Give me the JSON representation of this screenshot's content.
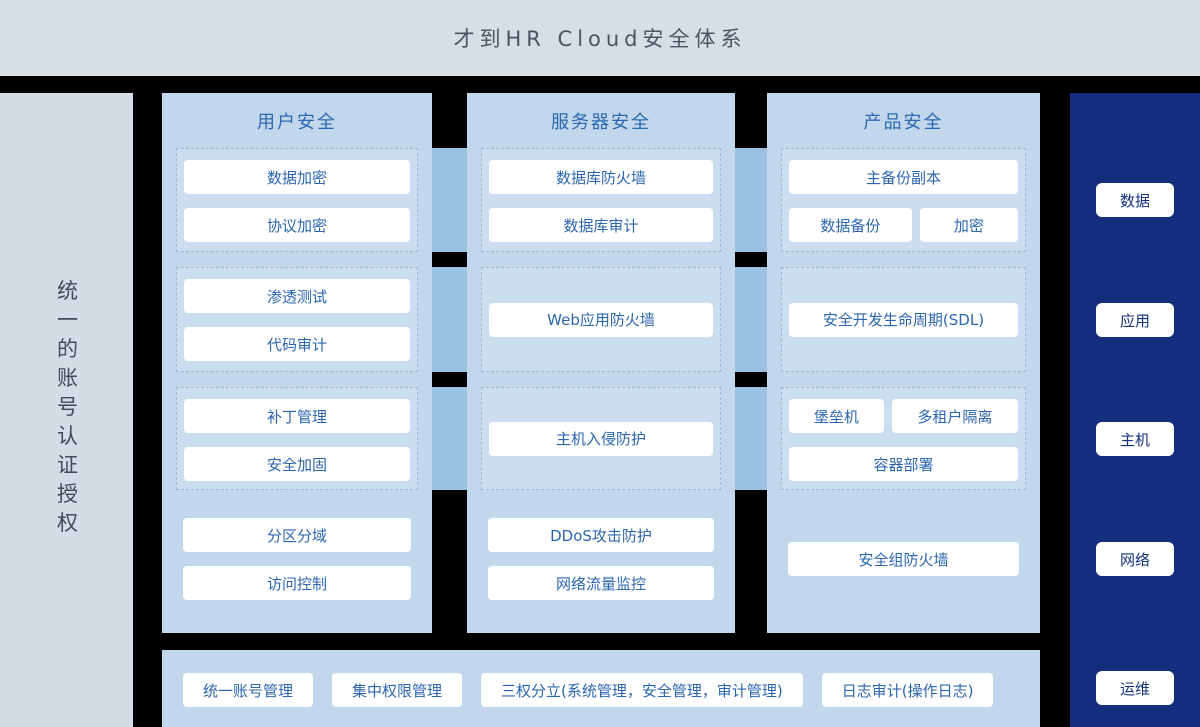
{
  "title": "才到HR Cloud安全体系",
  "left_sidebar": {
    "label": "统一的账号认证授权"
  },
  "columns": [
    {
      "header": "用户安全",
      "groups": [
        {
          "rows": [
            [
              "数据加密"
            ],
            [
              "协议加密"
            ]
          ]
        },
        {
          "rows": [
            [
              "渗透测试"
            ],
            [
              "代码审计"
            ]
          ]
        },
        {
          "rows": [
            [
              "补丁管理"
            ],
            [
              "安全加固"
            ]
          ]
        },
        {
          "rows": [
            [
              "分区分域"
            ],
            [
              "访问控制"
            ]
          ]
        }
      ]
    },
    {
      "header": "服务器安全",
      "groups": [
        {
          "rows": [
            [
              "数据库防火墙"
            ],
            [
              "数据库审计"
            ]
          ]
        },
        {
          "rows": [
            [
              "Web应用防火墙"
            ]
          ]
        },
        {
          "rows": [
            [
              "主机入侵防护"
            ]
          ]
        },
        {
          "rows": [
            [
              "DDoS攻击防护"
            ],
            [
              "网络流量监控"
            ]
          ]
        }
      ]
    },
    {
      "header": "产品安全",
      "groups": [
        {
          "rows": [
            [
              "主备份副本"
            ],
            [
              "数据备份",
              "加密"
            ]
          ]
        },
        {
          "rows": [
            [
              "安全开发生命周期(SDL)"
            ]
          ]
        },
        {
          "rows": [
            [
              "堡垒机",
              "多租户隔离"
            ],
            [
              "容器部署"
            ]
          ]
        },
        {
          "rows": [
            [
              "安全组防火墙"
            ]
          ]
        }
      ]
    }
  ],
  "right_sidebar": {
    "items": [
      "数据",
      "应用",
      "主机",
      "网络",
      "运维"
    ]
  },
  "bottom_bar": {
    "items": [
      "统一账号管理",
      "集中权限管理",
      "三权分立(系统管理，安全管理，审计管理)",
      "日志审计(操作日志)"
    ]
  },
  "colors": {
    "page_bg": "#000000",
    "top_band_bg": "#d7dee6",
    "left_rail_bg": "#d4dce5",
    "column_bg": "#c2d7eb",
    "connector_bridge": "#9bc1e3",
    "group_dashed_border": "#9db9d6",
    "button_bg": "#ffffff",
    "button_text": "#2b66ae",
    "column_header_text": "#2a69b1",
    "title_text": "#4a5662",
    "right_rail_bg": "#122e7d",
    "right_rail_text": "#15317e"
  }
}
